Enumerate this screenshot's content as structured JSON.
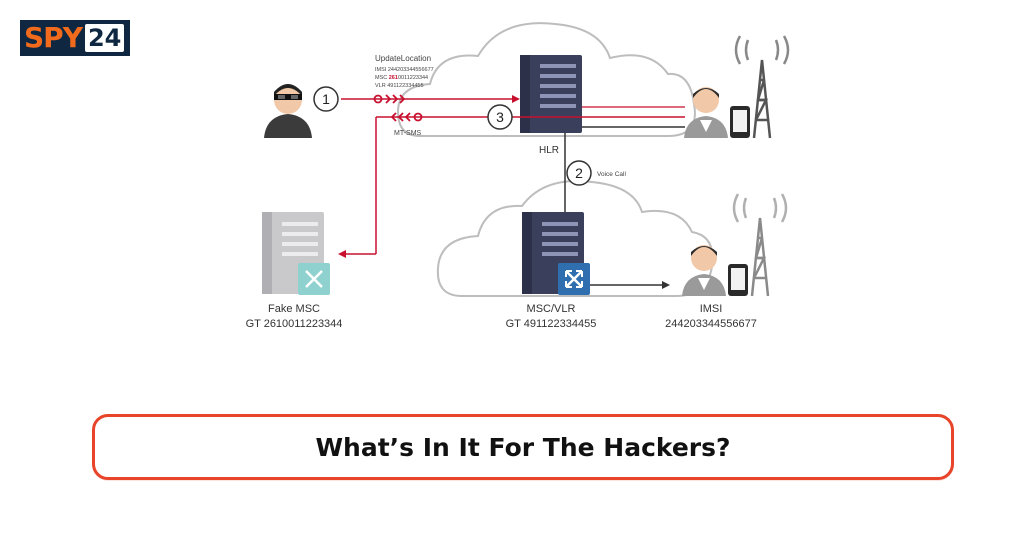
{
  "logo": {
    "spy": "SPY",
    "num": "24"
  },
  "labels": {
    "update_location": "UpdateLocation",
    "imsi_line": "IMSI 244203344556677",
    "msc_prefix": "MSC ",
    "msc_highlight": "261",
    "msc_suffix": "0011223344",
    "vlr_line": "VLR 491122334455",
    "mt_sms": "MT-SMS",
    "hlr": "HLR",
    "voice_call": "Voice Call",
    "fake_msc_name": "Fake MSC",
    "fake_msc_gt": "GT 2610011223344",
    "msc_vlr_name": "MSC/VLR",
    "msc_vlr_gt": "GT 491122334455",
    "imsi_name": "IMSI",
    "imsi_value": "244203344556677",
    "step1": "1",
    "step2": "2",
    "step3": "3"
  },
  "banner": {
    "title": "What’s In It For The Hackers?"
  },
  "colors": {
    "accent_red": "#c8102e",
    "banner_border": "#e8442a",
    "server_dark": "#3a3f5c",
    "logo_bg": "#0f2740",
    "logo_orange": "#f26a1b"
  }
}
